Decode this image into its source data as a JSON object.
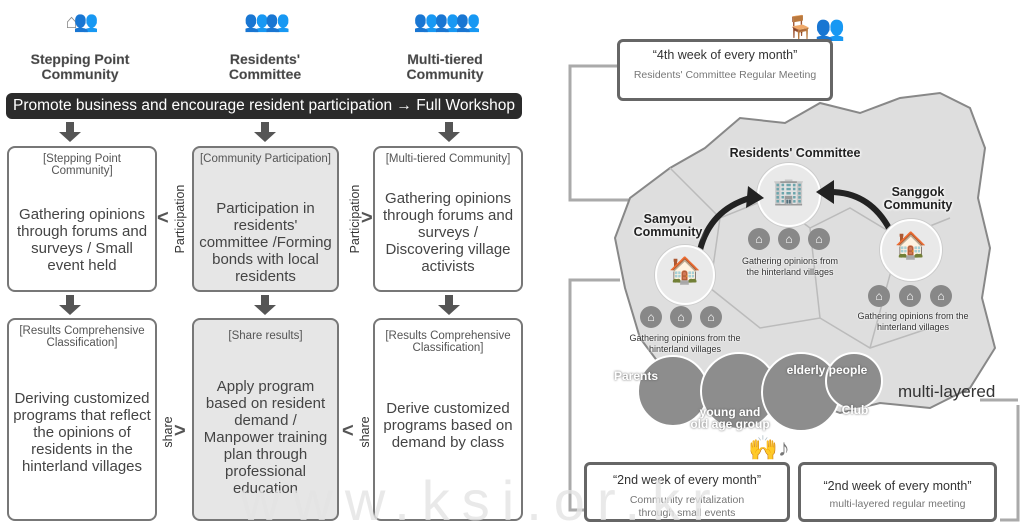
{
  "left": {
    "headers": [
      {
        "label": "Stepping Point Community"
      },
      {
        "label": "Residents' Committee"
      },
      {
        "label": "Multi-tiered Community"
      }
    ],
    "banner": "Promote business and encourage resident participation → Full Workshop",
    "row1": [
      {
        "title": "[Stepping Point Community]",
        "body": "Gathering opinions through forums and surveys / Small event held"
      },
      {
        "title": "[Community Participation]",
        "body": "Participation in residents' committee /Forming bonds with local residents"
      },
      {
        "title": "[Multi-tiered Community]",
        "body": "Gathering opinions through forums and surveys / Discovering village activists"
      }
    ],
    "row2": [
      {
        "title": "[Results Comprehensive Classification]",
        "body": "Deriving customized programs that reflect the opinions of residents in the hinterland villages"
      },
      {
        "title": "[Share results]",
        "body": "Apply program based on resident demand / Manpower training plan through professional education"
      },
      {
        "title": "[Results Comprehensive Classification]",
        "body": "Derive customized programs based on demand by class"
      }
    ],
    "participation_label": "Participation",
    "share_label": "share"
  },
  "right": {
    "top_box": {
      "quote": "“4th week of every month”",
      "sub": "Residents' Committee Regular Meeting"
    },
    "residents_committee": "Residents' Committee",
    "samyou": "Samyou Community",
    "sanggok": "Sanggok Community",
    "gathering_center": "Gathering opinions from the hinterland villages",
    "gathering_left": "Gathering opinions from the hinterland villages",
    "gathering_right": "Gathering opinions from the hinterland villages",
    "groups": {
      "parents": "Parents",
      "young_old": "young and old age group",
      "elderly": "elderly people",
      "club": "Club"
    },
    "multi_layered": "multi-layered",
    "bottom_left": {
      "quote": "“2nd week of every month”",
      "sub": "Community revitalization through small events"
    },
    "bottom_right": {
      "quote": "“2nd week of every month”",
      "sub": "multi-layered regular meeting"
    }
  },
  "watermark": "www.ksi.or.kr",
  "icons": [
    "people-icon",
    "house-icon",
    "building-icon",
    "meeting-icon",
    "dancing-people-icon",
    "arrow-icon"
  ]
}
